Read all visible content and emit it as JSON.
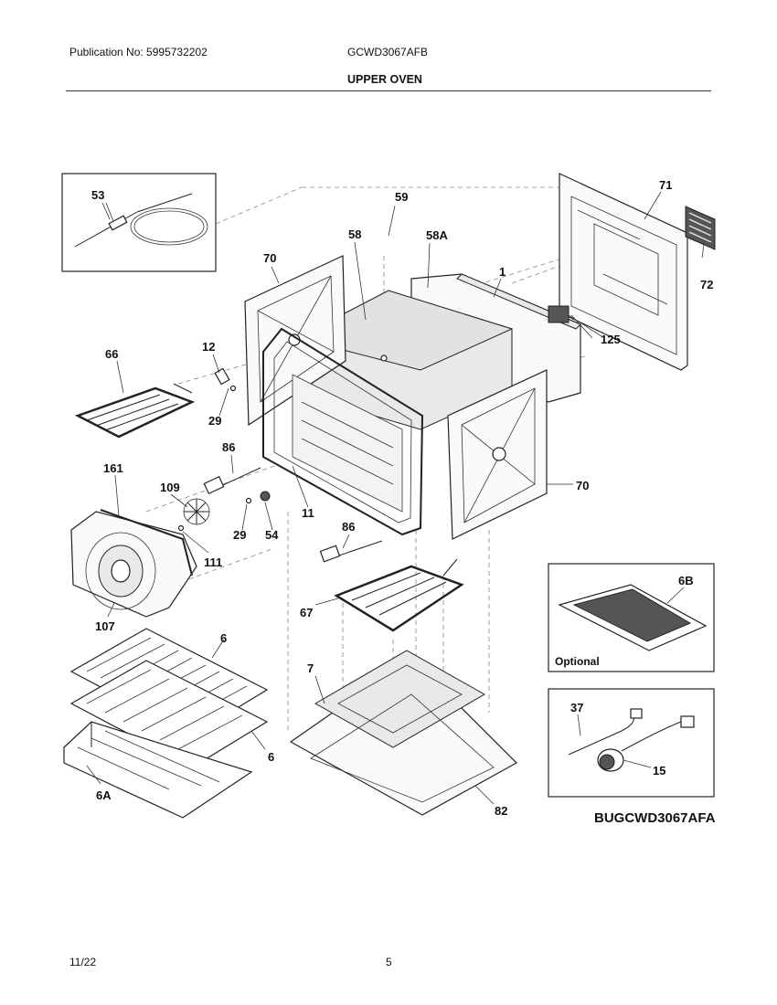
{
  "header": {
    "publication": "Publication No: 5995732202",
    "model": "GCWD3067AFB",
    "title": "UPPER OVEN"
  },
  "callouts": {
    "c53": "53",
    "c59": "59",
    "c58": "58",
    "c58A": "58A",
    "c1": "1",
    "c71": "71",
    "c72": "72",
    "c70a": "70",
    "c70b": "70",
    "c125": "125",
    "c12": "12",
    "c66": "66",
    "c29a": "29",
    "c29b": "29",
    "c86a": "86",
    "c86b": "86",
    "c161": "161",
    "c109": "109",
    "c54": "54",
    "c11": "11",
    "c111": "111",
    "c107": "107",
    "c67": "67",
    "c6a": "6",
    "c6b": "6",
    "c6A": "6A",
    "c7": "7",
    "c82": "82",
    "c6B": "6B",
    "c37": "37",
    "c15": "15"
  },
  "optional_label": "Optional",
  "diagram_code": "BUGCWD3067AFA",
  "footer": {
    "date": "11/22",
    "page": "5"
  }
}
